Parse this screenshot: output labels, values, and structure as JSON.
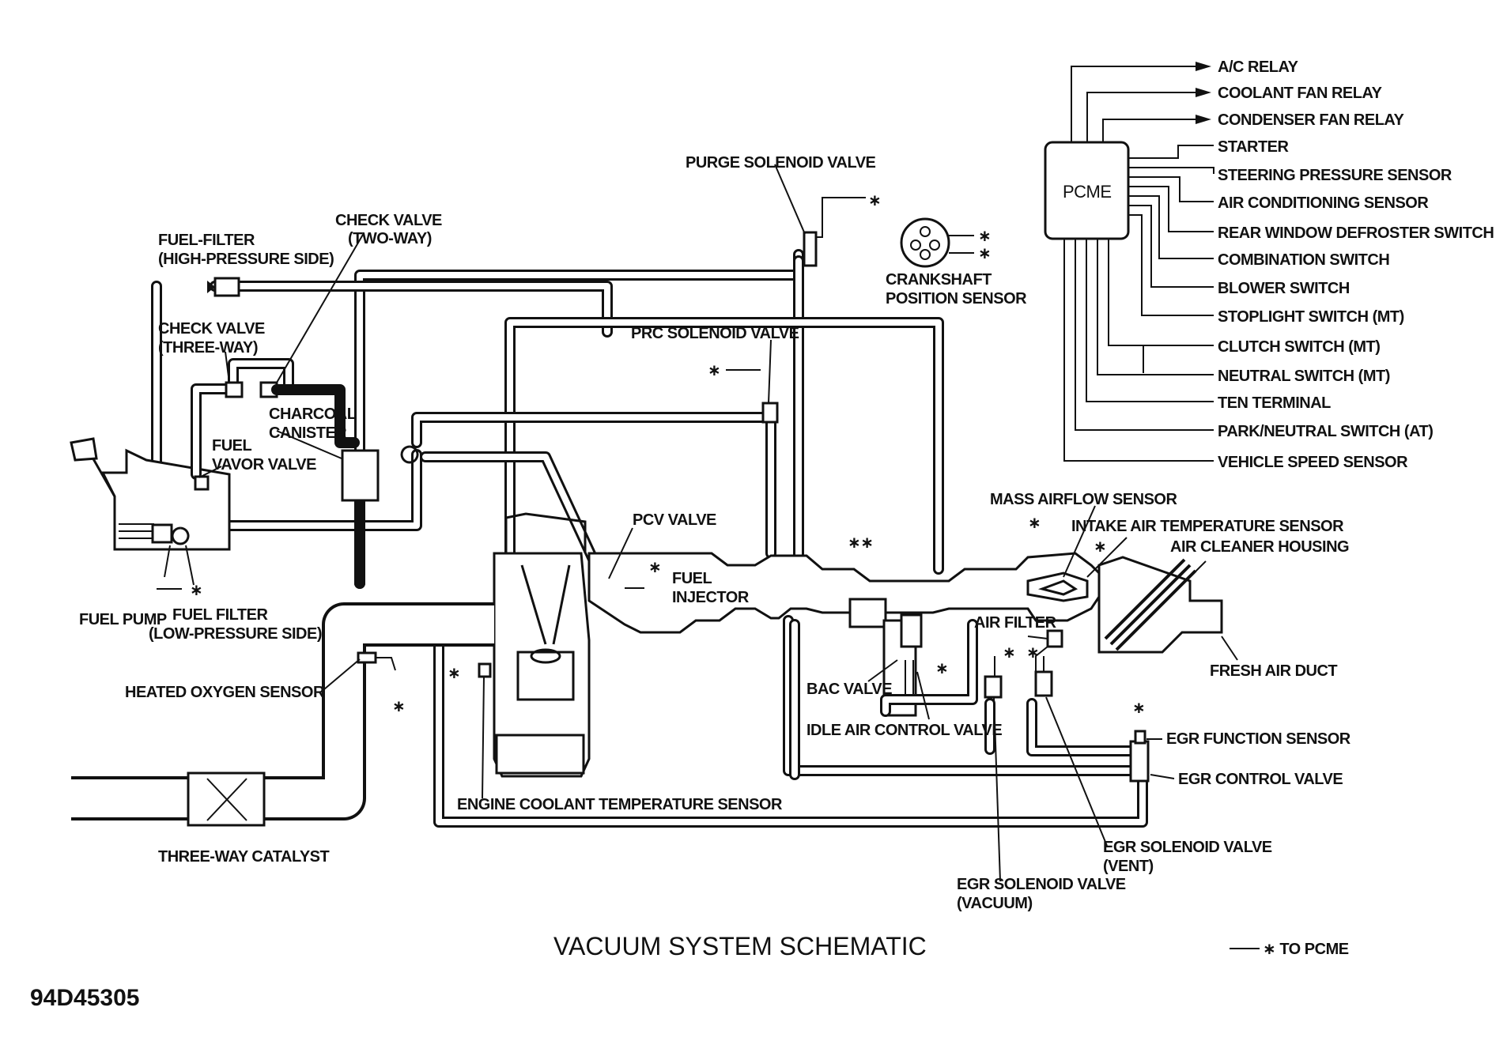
{
  "diagram": {
    "title": "VACUUM SYSTEM SCHEMATIC",
    "code": "94D45305",
    "legend": "∗ TO PCME",
    "pcme_label": "PCME",
    "asterisk": "∗",
    "double_asterisk": "∗∗",
    "labels": {
      "purge_solenoid_valve": "PURGE SOLENOID VALVE",
      "check_valve_two_way_1": "CHECK VALVE",
      "check_valve_two_way_2": "(TWO-WAY)",
      "fuel_filter_high_1": "FUEL-FILTER",
      "fuel_filter_high_2": "(HIGH-PRESSURE SIDE)",
      "crankshaft_1": "CRANKSHAFT",
      "crankshaft_2": "POSITION SENSOR",
      "check_valve_three_way_1": "CHECK VALVE",
      "check_valve_three_way_2": "(THREE-WAY)",
      "prc_solenoid_valve": "PRC SOLENOID VALVE",
      "charcoal_canister_1": "CHARCOAL",
      "charcoal_canister_2": "CANISTER",
      "fuel_vapor_valve_1": "FUEL",
      "fuel_vapor_valve_2": "VAVOR VALVE",
      "pcv_valve": "PCV VALVE",
      "fuel_injector_1": "FUEL",
      "fuel_injector_2": "INJECTOR",
      "mass_airflow_sensor": "MASS AIRFLOW SENSOR",
      "intake_air_temp_sensor": "INTAKE AIR TEMPERATURE SENSOR",
      "air_cleaner_housing": "AIR CLEANER HOUSING",
      "fuel_pump": "FUEL PUMP",
      "fuel_filter_low_1": "FUEL FILTER",
      "fuel_filter_low_2": "(LOW-PRESSURE SIDE)",
      "air_filter": "AIR FILTER",
      "fresh_air_duct": "FRESH AIR DUCT",
      "heated_oxygen_sensor": "HEATED OXYGEN SENSOR",
      "bac_valve": "BAC VALVE",
      "idle_air_control_valve": "IDLE AIR CONTROL VALVE",
      "egr_function_sensor": "EGR FUNCTION SENSOR",
      "egr_control_valve": "EGR CONTROL VALVE",
      "engine_coolant_temp_sensor": "ENGINE COOLANT TEMPERATURE SENSOR",
      "three_way_catalyst": "THREE-WAY CATALYST",
      "egr_solenoid_vent_1": "EGR SOLENOID VALVE",
      "egr_solenoid_vent_2": "(VENT)",
      "egr_solenoid_vacuum_1": "EGR SOLENOID VALVE",
      "egr_solenoid_vacuum_2": "(VACUUM)"
    },
    "pcme_connections": [
      "A/C RELAY",
      "COOLANT FAN RELAY",
      "CONDENSER FAN RELAY",
      "STARTER",
      "STEERING PRESSURE SENSOR",
      "AIR CONDITIONING SENSOR",
      "REAR WINDOW DEFROSTER SWITCH",
      "COMBINATION SWITCH",
      "BLOWER SWITCH",
      "STOPLIGHT SWITCH (MT)",
      "CLUTCH SWITCH (MT)",
      "NEUTRAL SWITCH (MT)",
      "TEN TERMINAL",
      "PARK/NEUTRAL SWITCH (AT)",
      "VEHICLE SPEED SENSOR"
    ]
  }
}
